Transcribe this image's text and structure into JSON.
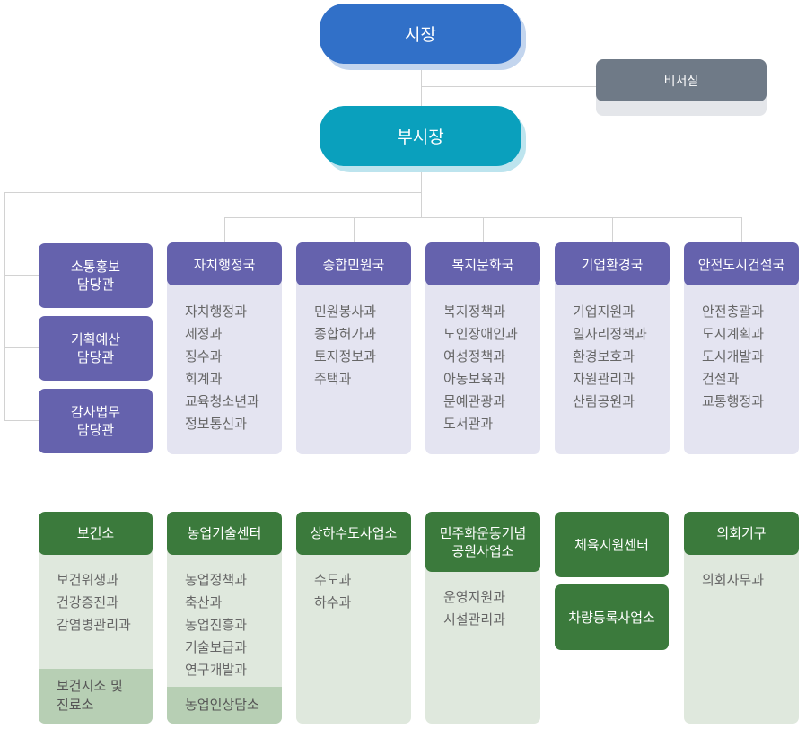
{
  "mayor": "시장",
  "secretary": "비서실",
  "vice_mayor": "부시장",
  "staff": [
    {
      "l1": "소통홍보",
      "l2": "담당관"
    },
    {
      "l1": "기획예산",
      "l2": "담당관"
    },
    {
      "l1": "감사법무",
      "l2": "담당관"
    }
  ],
  "bureaus": [
    {
      "name": "자치행정국",
      "items": [
        "자치행정과",
        "세정과",
        "징수과",
        "회계과",
        "교육청소년과",
        "정보통신과"
      ]
    },
    {
      "name": "종합민원국",
      "items": [
        "민원봉사과",
        "종합허가과",
        "토지정보과",
        "주택과"
      ]
    },
    {
      "name": "복지문화국",
      "items": [
        "복지정책과",
        "노인장애인과",
        "여성정책과",
        "아동보육과",
        "문예관광과",
        "도서관과"
      ]
    },
    {
      "name": "기업환경국",
      "items": [
        "기업지원과",
        "일자리정책과",
        "환경보호과",
        "자원관리과",
        "산림공원과"
      ]
    },
    {
      "name": "안전도시건설국",
      "items": [
        "안전총괄과",
        "도시계획과",
        "도시개발과",
        "건설과",
        "교통행정과"
      ]
    }
  ],
  "agencies": {
    "health": {
      "name": "보건소",
      "items": [
        "보건위생과",
        "건강증진과",
        "감염병관리과"
      ],
      "foot": [
        "보건지소 및",
        "진료소"
      ]
    },
    "agri": {
      "name": "농업기술센터",
      "items": [
        "농업정책과",
        "축산과",
        "농업진흥과",
        "기술보급과",
        "연구개발과"
      ],
      "foot": [
        "농업인상담소"
      ]
    },
    "water": {
      "name": "상하수도사업소",
      "items": [
        "수도과",
        "하수과"
      ]
    },
    "memorial": {
      "name_l1": "민주화운동기념",
      "name_l2": "공원사업소",
      "items": [
        "운영지원과",
        "시설관리과"
      ]
    },
    "sports": {
      "name": "체육지원센터"
    },
    "vehicle": {
      "name": "차량등록사업소"
    },
    "council": {
      "name": "의회기구",
      "items": [
        "의회사무과"
      ]
    }
  },
  "colors": {
    "mayor": "#3170c8",
    "vice_mayor": "#0aa0bd",
    "secretary": "#6f7a87",
    "purple": "#6562ad",
    "green": "#3b7a3c"
  }
}
